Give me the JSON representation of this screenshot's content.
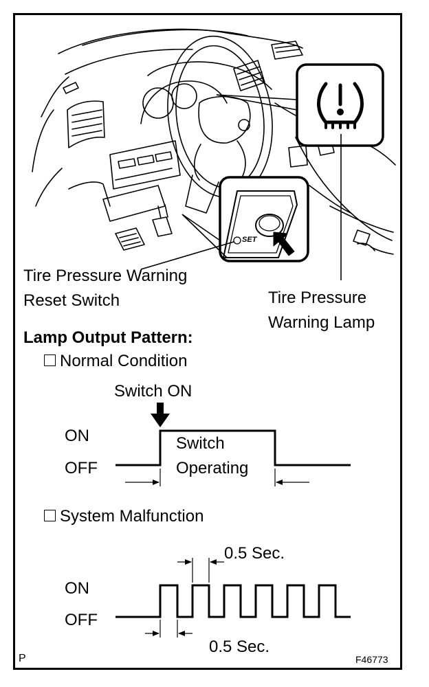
{
  "callouts": {
    "reset_switch_line1": "Tire Pressure Warning",
    "reset_switch_line2": "Reset Switch",
    "warning_lamp_line1": "Tire Pressure",
    "warning_lamp_line2": "Warning Lamp",
    "switch_label_text": "SET"
  },
  "pattern": {
    "heading": "Lamp Output Pattern:",
    "normal": {
      "title": "Normal Condition",
      "switch_on": "Switch ON",
      "on_label": "ON",
      "off_label": "OFF",
      "pulse_line1": "Switch",
      "pulse_line2": "Operating"
    },
    "malfunction": {
      "title": "System Malfunction",
      "on_label": "ON",
      "off_label": "OFF",
      "interval_top": "0.5 Sec.",
      "interval_bottom": "0.5 Sec."
    }
  },
  "footer": {
    "left_mark": "P",
    "figure_id": "F46773"
  },
  "icons": [
    "tire-pressure-warning-icon",
    "arrow-down-icon",
    "pointer-arrow-icon"
  ]
}
